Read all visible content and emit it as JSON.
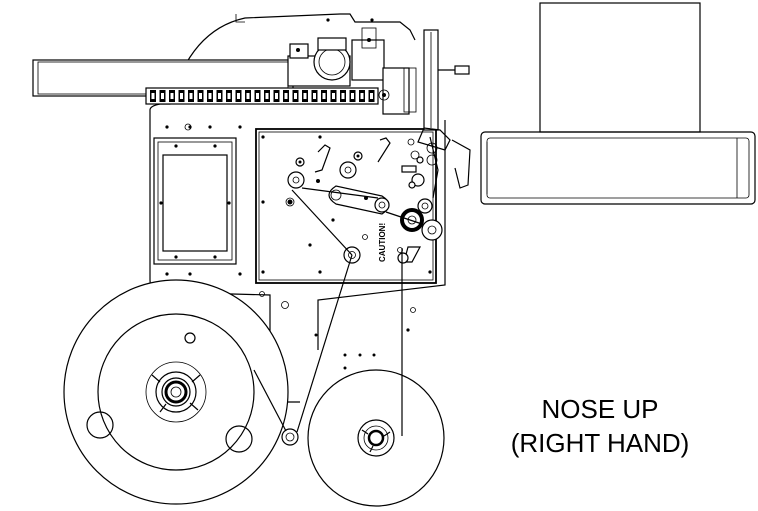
{
  "caption": {
    "line1": "NOSE UP",
    "line2": "(RIGHT HAND)"
  },
  "plate_text": "CAUTION!"
}
